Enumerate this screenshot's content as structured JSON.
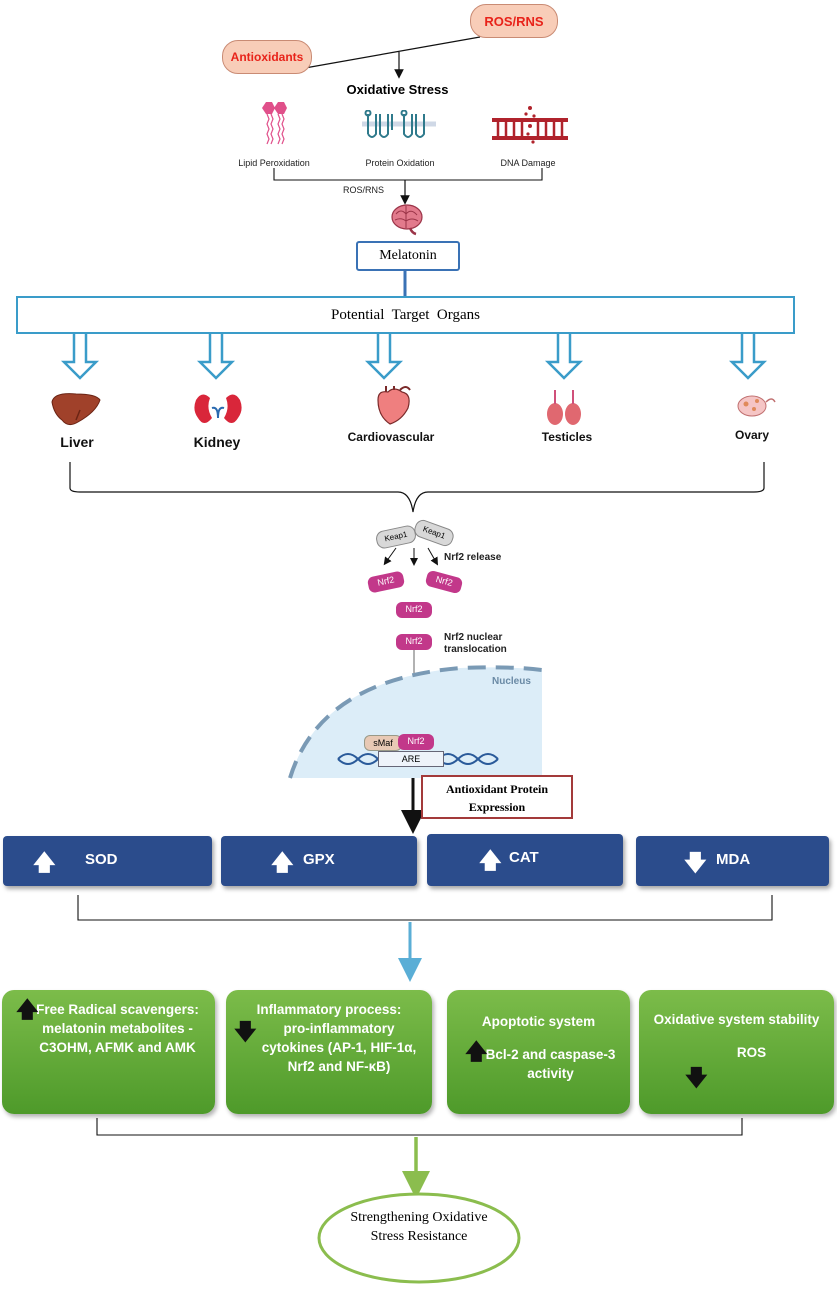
{
  "top": {
    "ros_rns": "ROS/RNS",
    "antioxidants": "Antioxidants",
    "oxidative_stress": "Oxidative Stress",
    "lipid": "Lipid Peroxidation",
    "protein": "Protein Oxidation",
    "dna": "DNA Damage",
    "ros_rns_small": "ROS/RNS"
  },
  "melatonin": "Melatonin",
  "targets": "Potential  Target  Organs",
  "organs": {
    "liver": "Liver",
    "kidney": "Kidney",
    "cardio": "Cardiovascular",
    "testicles": "Testicles",
    "ovary": "Ovary"
  },
  "pathway": {
    "keap1_a": "Keap1",
    "keap1_b": "Keap1",
    "nrf2_release": "Nrf2 release",
    "nrf2": "Nrf2",
    "nuclear_translocation": "Nrf2 nuclear translocation",
    "nucleus": "Nucleus",
    "smaf": "sMaf",
    "are": "ARE",
    "expression": "Antioxidant Protein Expression"
  },
  "markers": {
    "sod": "SOD",
    "gpx": "GPX",
    "cat": "CAT",
    "mda": "MDA"
  },
  "effects": {
    "free_radical": "Free Radical scavengers: melatonin metabolites - C3OHM,  AFMK and AMK",
    "inflammatory_title": "Inflammatory process:",
    "inflammatory_body": "pro-inflammatory cytokines (AP-1, HIF-1α, Nrf2 and NF-κB)",
    "apoptotic_title": "Apoptotic system",
    "apoptotic_body": "Bcl-2 and caspase-3 activity",
    "oxidative_title": "Oxidative system stability",
    "oxidative_body": "ROS"
  },
  "result": "Strengthening Oxidative Stress Resistance",
  "colors": {
    "blue_box": "#2b4c8c",
    "green_box": "#5ca838",
    "pill_fill": "#f8cdb8",
    "pill_text": "#e8231a",
    "nrf2": "#c2388a",
    "outline_blue": "#3a9cc9"
  }
}
